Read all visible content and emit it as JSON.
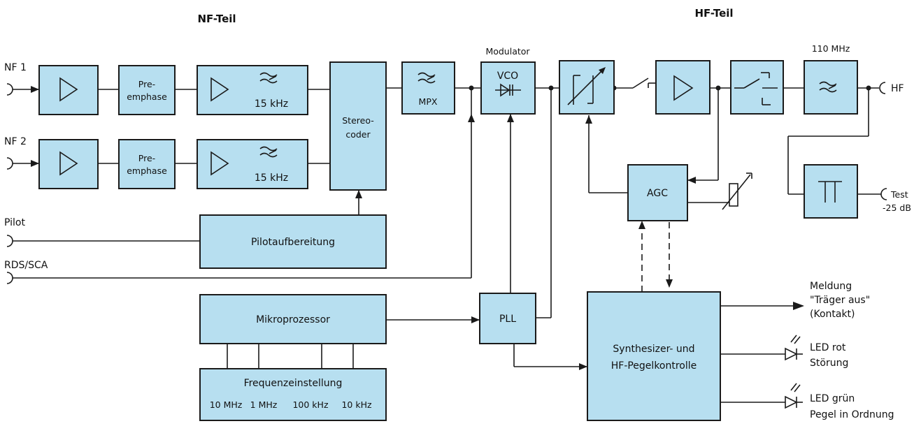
{
  "sections": {
    "nf": "NF-Teil",
    "hf": "HF-Teil"
  },
  "inputs": {
    "nf1": "NF 1",
    "nf2": "NF 2",
    "pilot": "Pilot",
    "rds": "RDS/SCA"
  },
  "blocks": {
    "pre1_line1": "Pre-",
    "pre1_line2": "emphase",
    "pre2_line1": "Pre-",
    "pre2_line2": "emphase",
    "filter1": "15 kHz",
    "filter2": "15 kHz",
    "stereo_line1": "Stereo-",
    "stereo_line2": "coder",
    "mpx": "MPX",
    "modulator": "Modulator",
    "vco": "VCO",
    "agc": "AGC",
    "pll": "PLL",
    "pilot": "Pilotaufbereitung",
    "mikro": "Mikroprozessor",
    "freq": "Frequenzeinstellung",
    "freq_steps": [
      "10 MHz",
      "1 MHz",
      "100 kHz",
      "10 kHz"
    ],
    "lpf_110": "110 MHz",
    "synth_line1": "Synthesizer- und",
    "synth_line2": "HF-Pegelkontrolle"
  },
  "outputs": {
    "hf": "HF",
    "test_line1": "Test",
    "test_line2": "-25 dB",
    "meldung_line1": "Meldung",
    "meldung_line2": "\"Träger aus\"",
    "meldung_line3": "(Kontakt)",
    "led_rot_line1": "LED rot",
    "led_rot_line2": "Störung",
    "led_gruen_line1": "LED grün",
    "led_gruen_line2": "Pegel in Ordnung"
  }
}
